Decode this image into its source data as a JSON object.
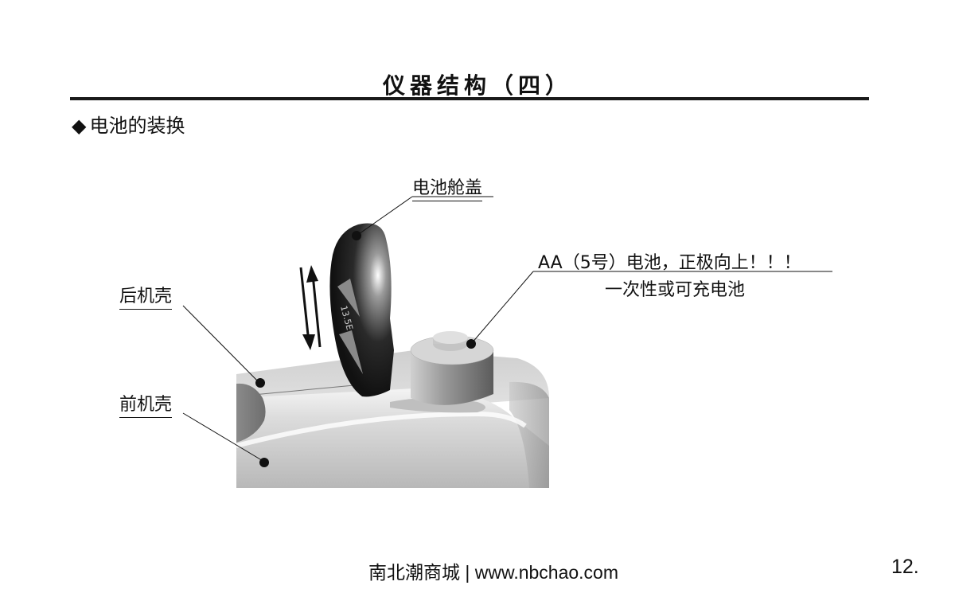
{
  "header": {
    "title": "仪器结构（四）"
  },
  "section": {
    "bullet": "◆",
    "heading": "电池的装换"
  },
  "figure": {
    "callouts": {
      "battery_cover": "电池舱盖",
      "battery_line1": "AA（5号）电池，正极向上！！！",
      "battery_line2": "一次性或可充电池",
      "rear_shell": "后机壳",
      "front_shell": "前机壳"
    },
    "cover_marking": "13.5E"
  },
  "footer": {
    "source": "南北潮商城 | www.nbchao.com",
    "page_number": "12."
  },
  "colors": {
    "text": "#111111",
    "rule": "#1a1a1a",
    "body_light": "#d9d9d9",
    "body_mid": "#a9a9a9",
    "cover_dark": "#1c1c1c"
  }
}
